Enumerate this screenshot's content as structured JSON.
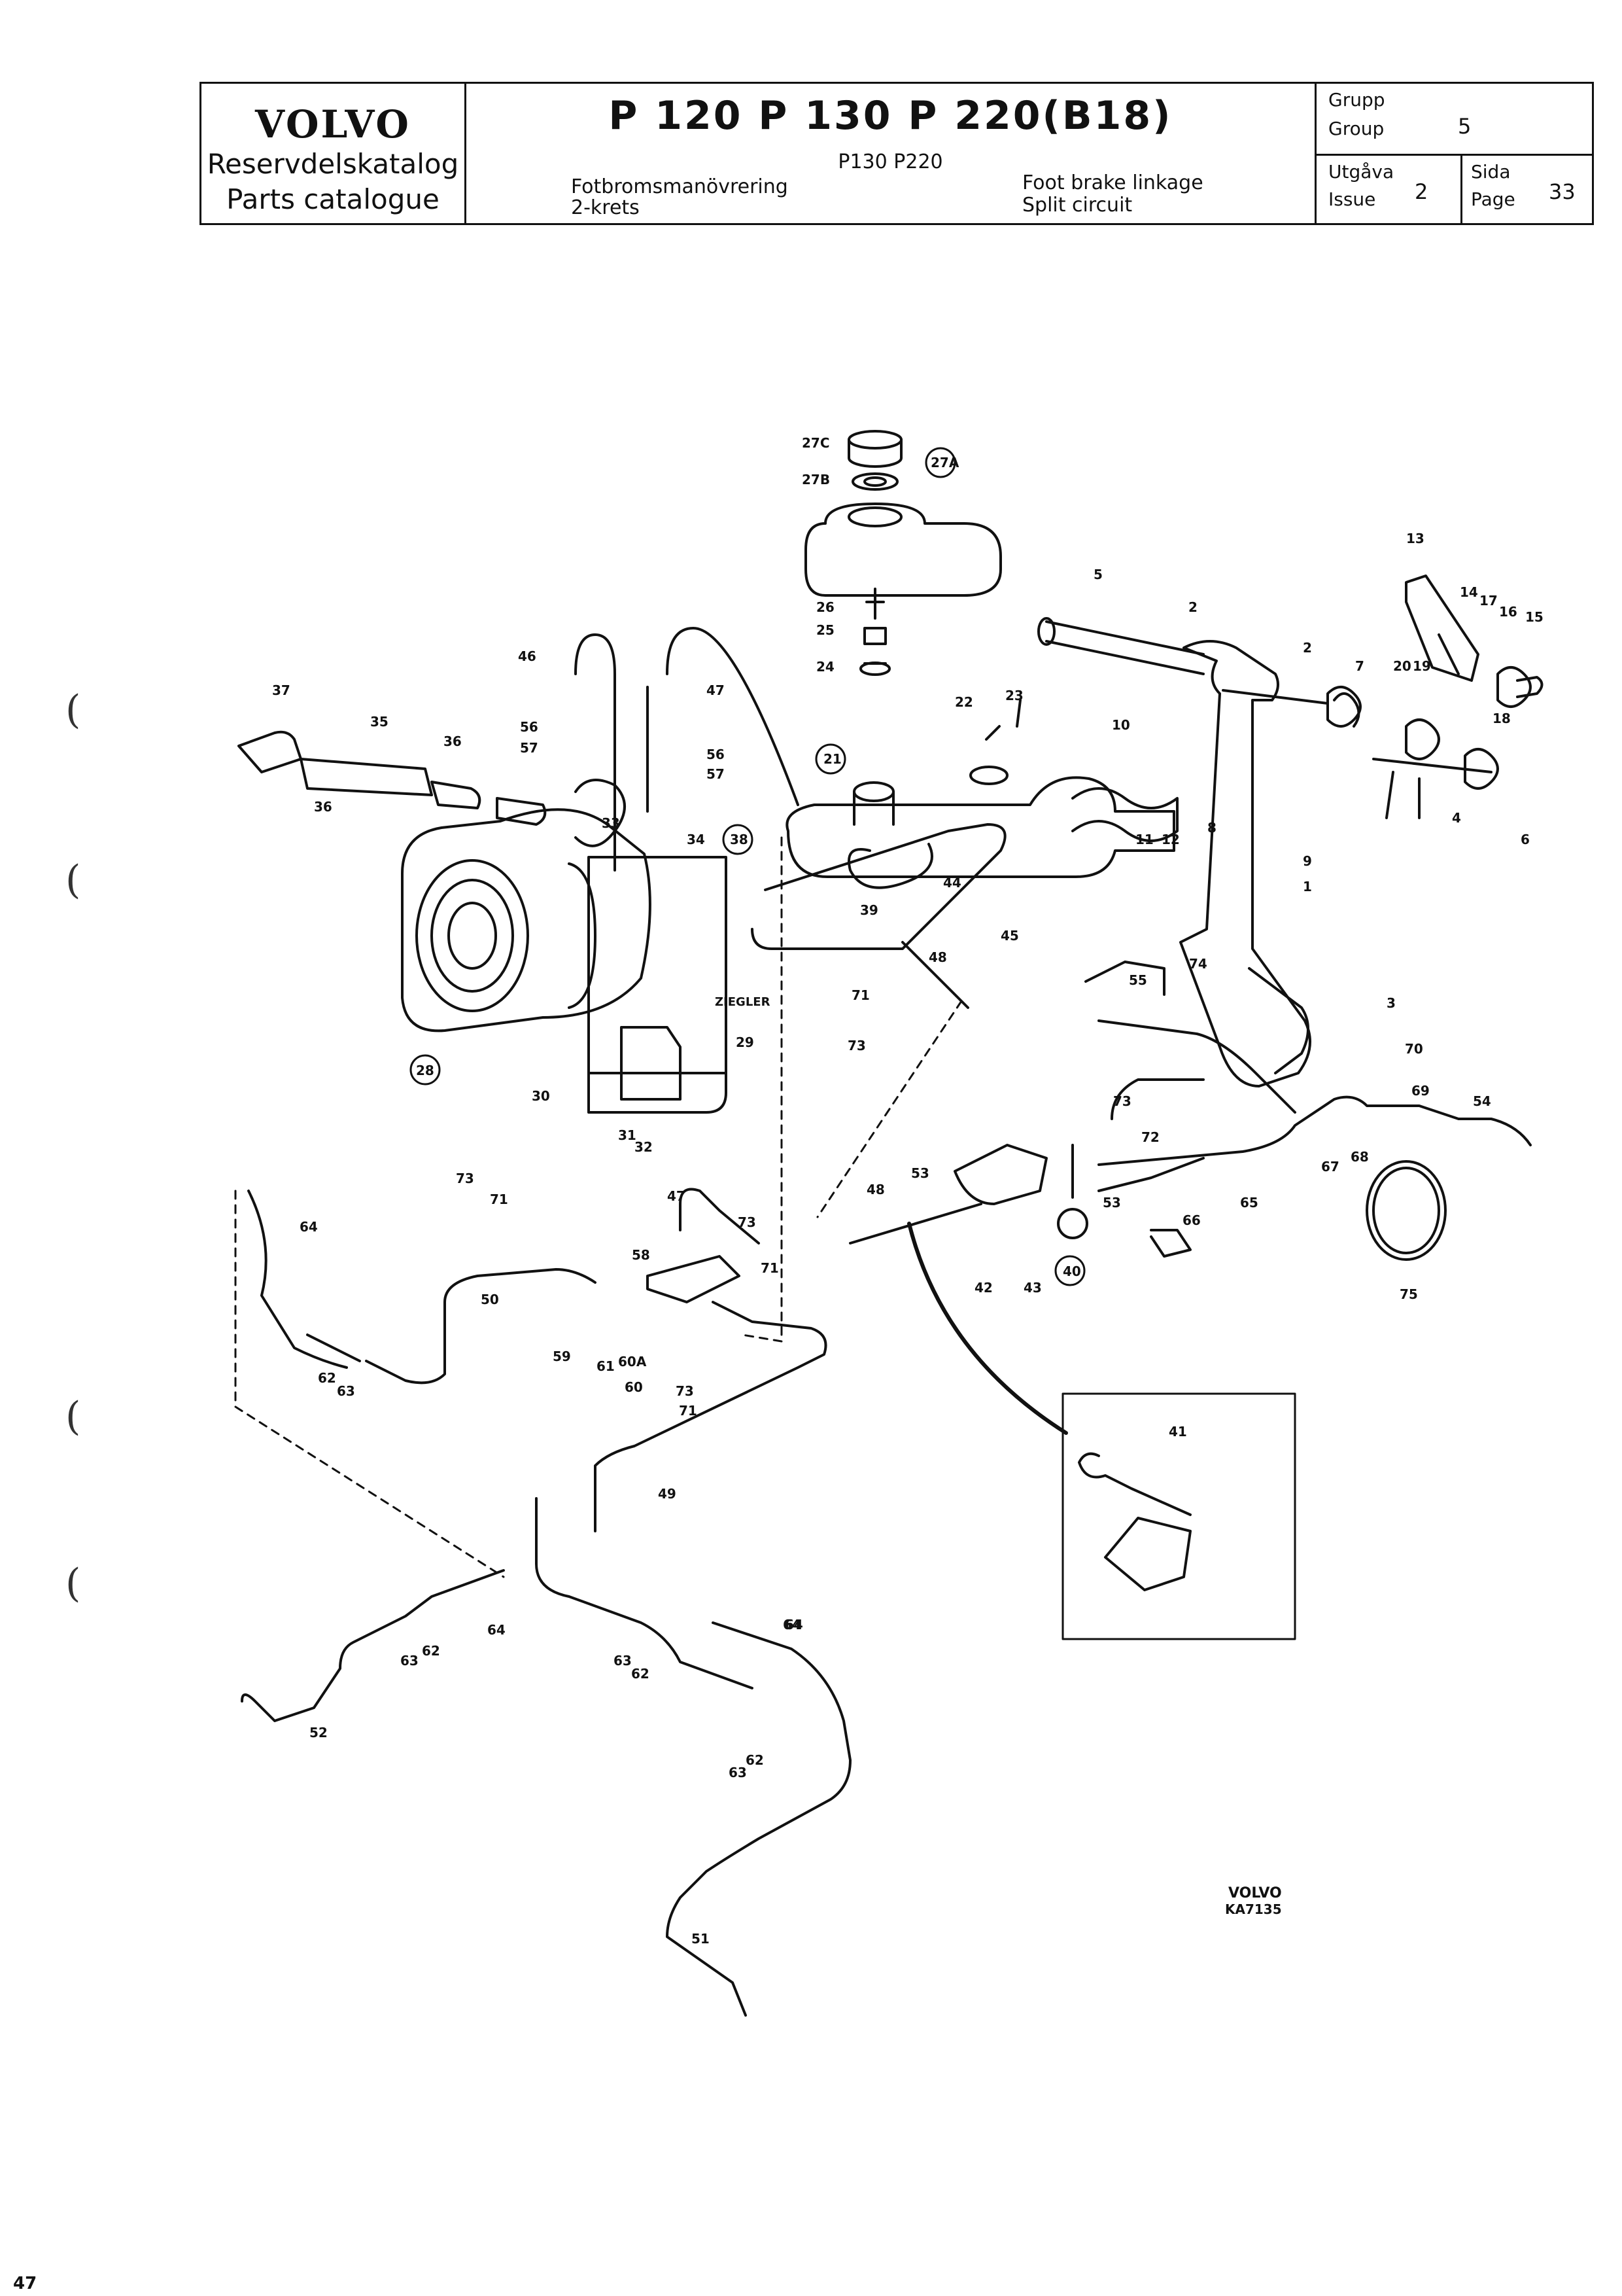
{
  "header": {
    "brand_logo": "VOLVO",
    "brand_line1": "Reservdelskatalog",
    "brand_line2": "Parts catalogue",
    "title": "P 120  P 130  P 220(B18)",
    "subtitle": "P130  P220",
    "sv_title": "Fotbromsmanövrering",
    "sv_sub": "2-krets",
    "en_title": "Foot brake linkage",
    "en_sub": "Split circuit",
    "group_sv": "Grupp",
    "group_en": "Group",
    "group_value": "5",
    "issue_sv": "Utgåva",
    "issue_en": "Issue",
    "issue_value": "2",
    "page_sv": "Sida",
    "page_en": "Page",
    "page_value": "33"
  },
  "diagram": {
    "ziegler_label": "ZIEGLER",
    "stamp_brand": "VOLVO",
    "stamp_code": "KA7135"
  },
  "part_labels": [
    "27C",
    "27B",
    "27A",
    "26",
    "25",
    "24",
    "21",
    "22",
    "23",
    "46",
    "47",
    "56",
    "57",
    "56",
    "57",
    "33",
    "34",
    "38",
    "39",
    "44",
    "45",
    "48",
    "37",
    "35",
    "36",
    "36",
    "28",
    "29",
    "30",
    "31",
    "32",
    "5",
    "2",
    "2",
    "7",
    "13",
    "14",
    "17",
    "16",
    "15",
    "20",
    "19",
    "18",
    "10",
    "11",
    "12",
    "8",
    "9",
    "4",
    "6",
    "1",
    "3",
    "55",
    "74",
    "70",
    "69",
    "54",
    "71",
    "73",
    "73",
    "72",
    "53",
    "53",
    "66",
    "67",
    "68",
    "65",
    "75",
    "48",
    "42",
    "43",
    "40",
    "41",
    "73",
    "71",
    "64",
    "47",
    "73",
    "71",
    "58",
    "50",
    "59",
    "61",
    "60A",
    "60",
    "73",
    "71",
    "62",
    "63",
    "49",
    "64",
    "63",
    "62",
    "52",
    "64",
    "63",
    "62",
    "64",
    "63",
    "62",
    "51"
  ],
  "margin_marks": [
    "(",
    "(",
    "(",
    "("
  ],
  "footer_number": "47"
}
